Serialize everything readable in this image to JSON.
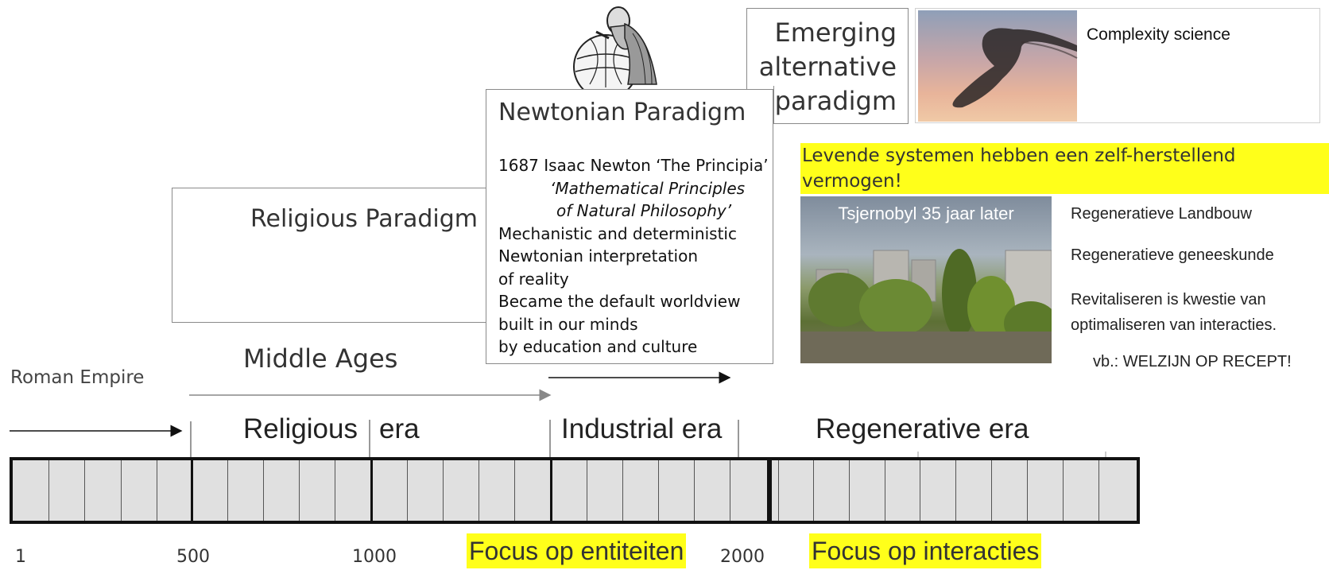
{
  "roman_empire": "Roman Empire",
  "middle_ages": "Middle Ages",
  "religious_paradigm": "Religious Paradigm",
  "newtonian": {
    "title": "Newtonian Paradigm",
    "line1": "1687 Isaac Newton ‘The Principia’",
    "line2": "‘Mathematical Principles",
    "line3": "of Natural Philosophy’",
    "line4": "Mechanistic and deterministic",
    "line5": "Newtonian interpretation",
    "line6": "of reality",
    "line7": "Became the default worldview",
    "line8": "built in our minds",
    "line9": "by education and culture"
  },
  "emerging": {
    "line1": "Emerging",
    "line2": "alternative",
    "line3": "paradigm",
    "image_caption": "Complexity science"
  },
  "highlight_banner": "Levende systemen hebben een zelf-herstellend vermogen!",
  "photo_title": "Tsjernobyl 35 jaar later",
  "right_list": {
    "item1": "Regeneratieve Landbouw",
    "item2": "Regeneratieve geneeskunde",
    "item3": "Revitaliseren is kwestie van optimaliseren van interacties.",
    "item4": "vb.: WELZIJN OP RECEPT!"
  },
  "eras": {
    "religious": "Religious",
    "era": "era",
    "industrial": "Industrial era",
    "regenerative": "Regenerative era"
  },
  "ticks": {
    "t1": "1",
    "t500": "500",
    "t1000": "1000",
    "t2000": "2000"
  },
  "focus": {
    "entities": "Focus op entiteiten",
    "interactions": "Focus op interacties"
  },
  "colors": {
    "highlight": "#ffff1a",
    "timeline_fill": "#e0e0e0"
  }
}
